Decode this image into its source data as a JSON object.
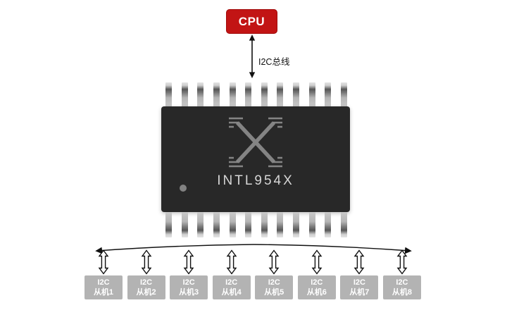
{
  "cpu": {
    "label": "CPU"
  },
  "bus": {
    "label": "I2C总线"
  },
  "chip": {
    "label": "INTL954X",
    "pin_count_top": 12,
    "pin_count_bottom": 12
  },
  "slaves": {
    "items": [
      {
        "line1": "I2C",
        "line2": "从机1"
      },
      {
        "line1": "I2C",
        "line2": "从机2"
      },
      {
        "line1": "I2C",
        "line2": "从机3"
      },
      {
        "line1": "I2C",
        "line2": "从机4"
      },
      {
        "line1": "I2C",
        "line2": "从机5"
      },
      {
        "line1": "I2C",
        "line2": "从机6"
      },
      {
        "line1": "I2C",
        "line2": "从机7"
      },
      {
        "line1": "I2C",
        "line2": "从机8"
      }
    ]
  },
  "colors": {
    "cpu_bg": "#c21414",
    "chip_bg": "#282828",
    "slave_bg": "#b3b3b3"
  }
}
